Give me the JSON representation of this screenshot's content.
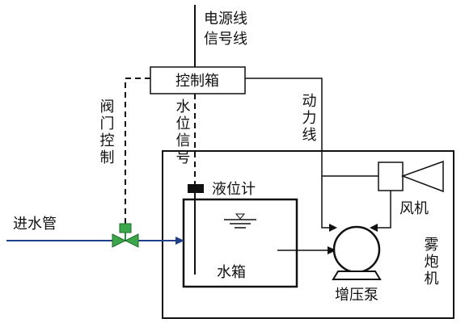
{
  "labels": {
    "power_line": "电源线",
    "signal_line": "信号线",
    "control_box": "控制箱",
    "valve_control": "阀门控制",
    "water_level_signal": "水位信号",
    "power_cable": "动力线",
    "level_gauge": "液位计",
    "water_tank": "水箱",
    "fan": "风机",
    "booster_pump": "增压泵",
    "inlet_pipe": "进水管",
    "fog_cannon": "雾炮机"
  },
  "colors": {
    "line": "#111111",
    "pipe": "#1f3f8a",
    "valve": "#2e8b3d",
    "actuator": "#3aa84a"
  }
}
